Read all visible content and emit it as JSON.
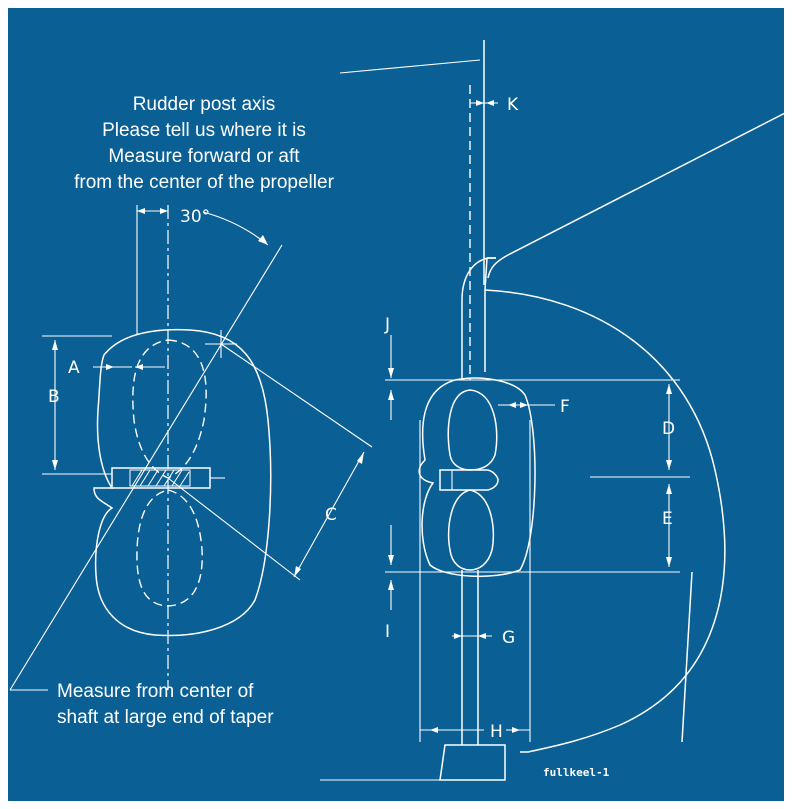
{
  "notes": {
    "rudder_line1": "Rudder post axis",
    "rudder_line2": "Please tell us where it is",
    "rudder_line3": "Measure forward or aft",
    "rudder_line4": "from the center of the propeller",
    "shaft_line1": "Measure from center of",
    "shaft_line2": "shaft at large end of taper"
  },
  "angle_label": "30°",
  "dimensions": {
    "A": "A",
    "B": "B",
    "C": "C",
    "D": "D",
    "E": "E",
    "F": "F",
    "G": "G",
    "H": "H",
    "I": "I",
    "J": "J",
    "K": "K"
  },
  "drawing_tag": "fullkeel-1",
  "colors": {
    "background": "#0a5f95",
    "lines": "#ffffff"
  }
}
